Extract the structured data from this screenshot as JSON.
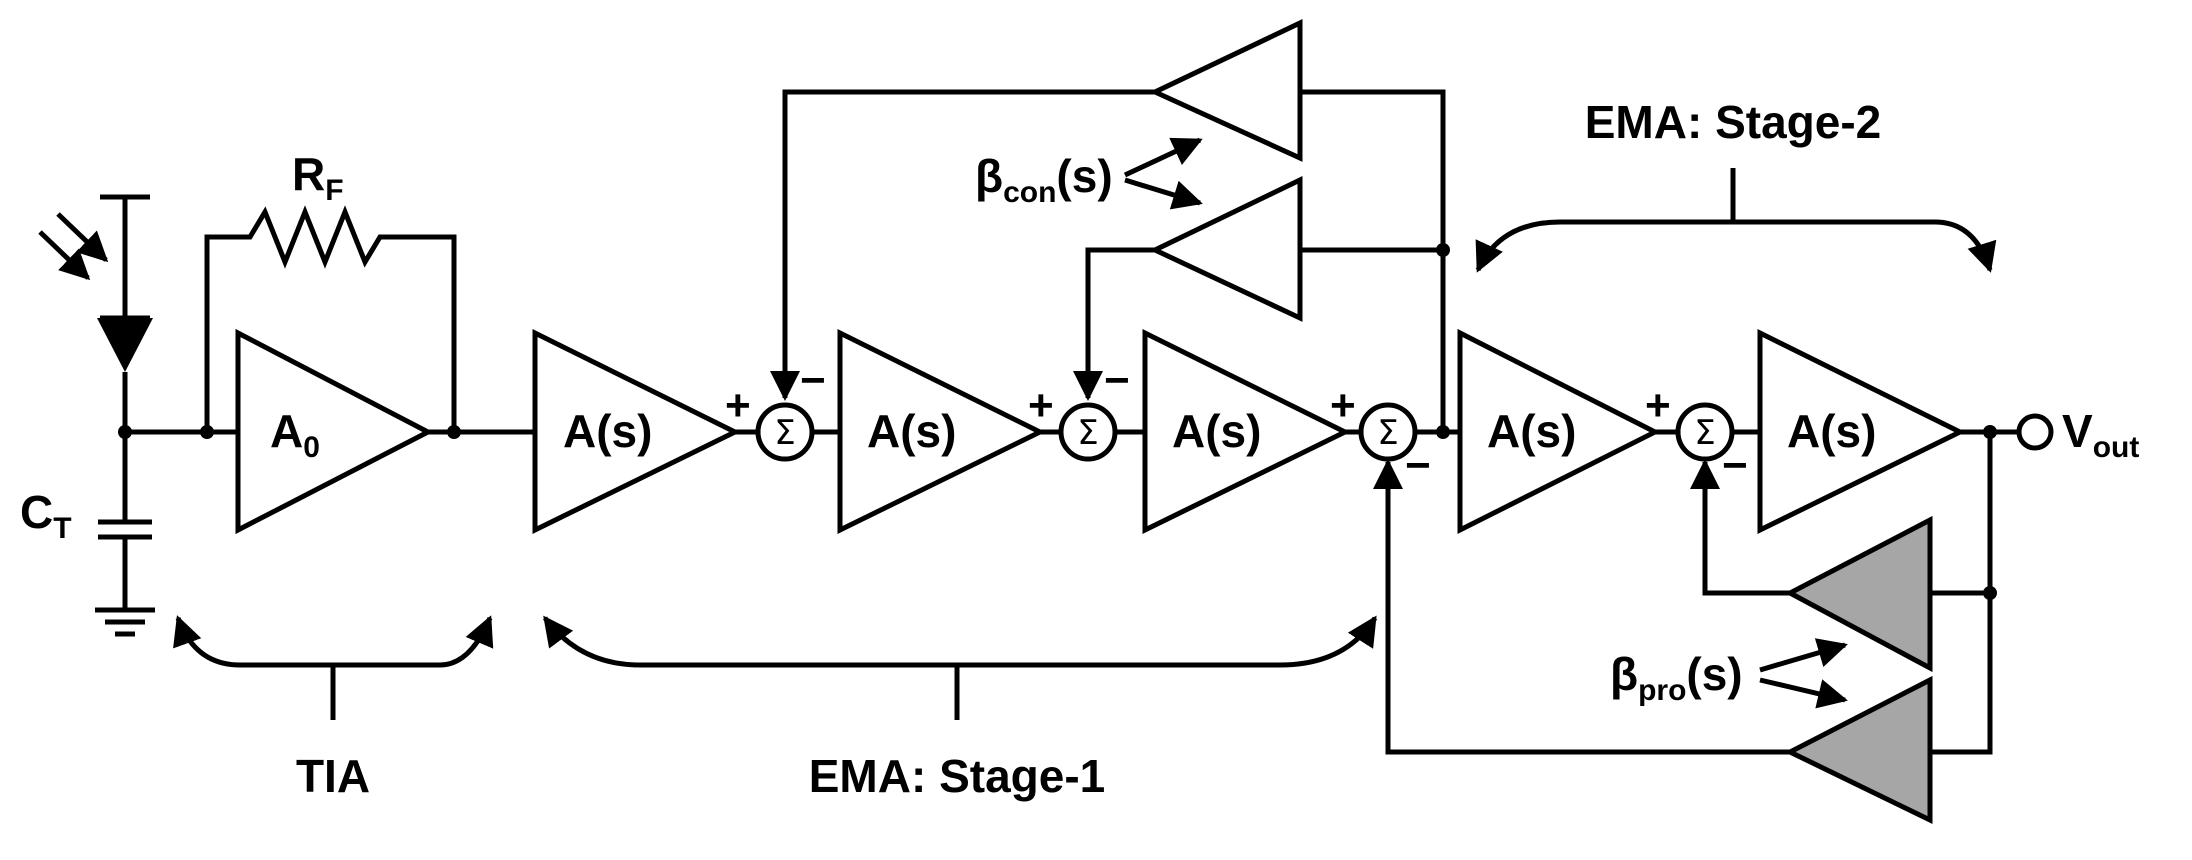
{
  "labels": {
    "rf_main": "R",
    "rf_sub": "F",
    "ct_main": "C",
    "ct_sub": "T",
    "a0_main": "A",
    "a0_sub": "0",
    "as": "A(s)",
    "sum": "Σ",
    "plus": "+",
    "minus": "−",
    "beta": "β",
    "con_sub": "con",
    "pro_sub": "pro",
    "s_suffix": "(s)",
    "vout_main": "V",
    "vout_sub": "out",
    "tia": "TIA",
    "ema_stage1": "EMA: Stage-1",
    "ema_stage2": "EMA: Stage-2"
  },
  "colors": {
    "line": "#000000",
    "amp_fill": "#ffffff",
    "feedback_amp_fill": "#a6a6a6"
  }
}
